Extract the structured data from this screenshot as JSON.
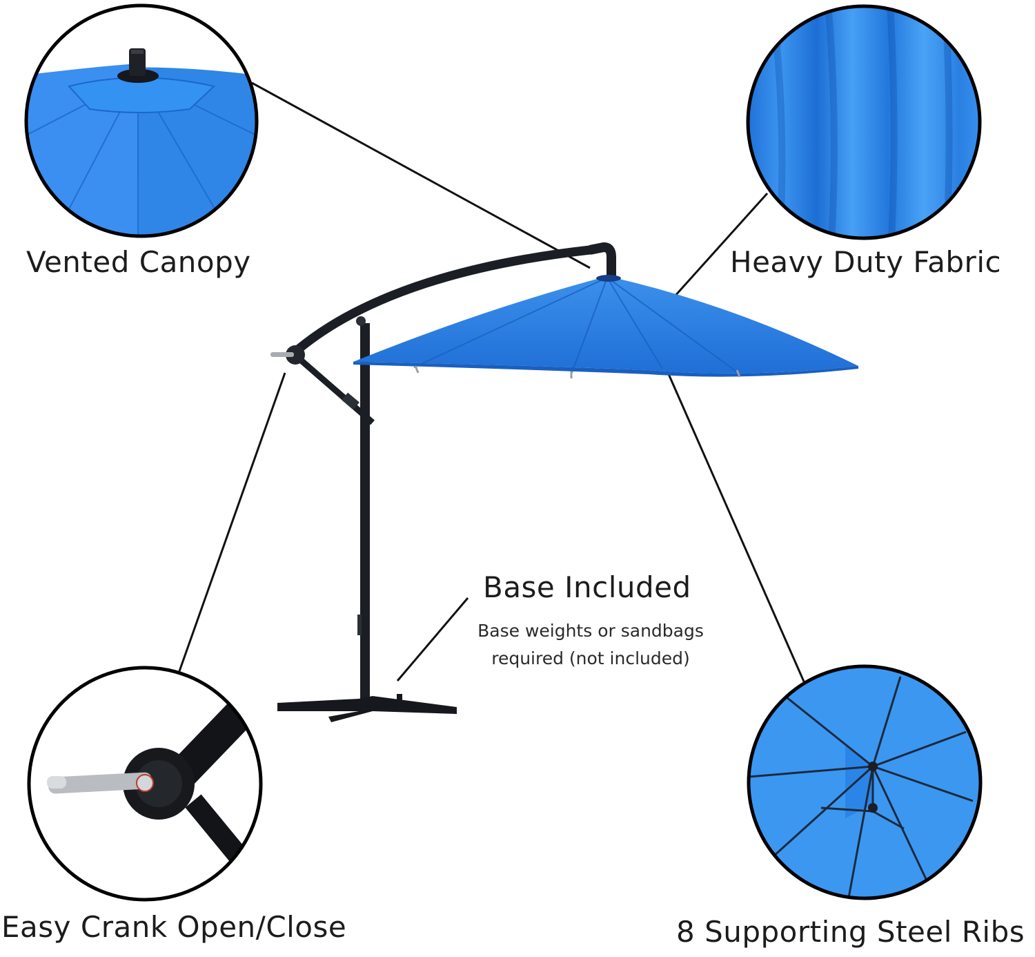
{
  "callouts": {
    "vented_canopy": "Vented Canopy",
    "heavy_duty_fabric": "Heavy Duty Fabric",
    "base_included": "Base Included",
    "base_note_line1": "Base weights or sandbags",
    "base_note_line2": "required (not included)",
    "easy_crank": "Easy Crank Open/Close",
    "steel_ribs": "8 Supporting Steel Ribs"
  },
  "colors": {
    "canopy_blue": "#2f86e6",
    "canopy_dark": "#1f6fd1",
    "frame_black": "#1b1e24",
    "outline": "#000000"
  }
}
